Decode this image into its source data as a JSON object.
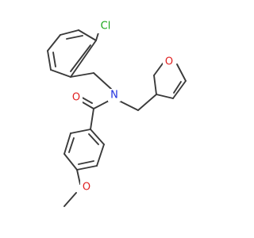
{
  "molecule": {
    "atoms": {
      "chlorine": "Cl",
      "carbonyl_oxygen": "O",
      "amide_nitrogen": "N",
      "furan_oxygen": "O",
      "methoxy_oxygen": "O"
    },
    "colors": {
      "bond": "#3a3a3a",
      "chlorine": "#1aa61a",
      "oxygen": "#e02020",
      "nitrogen": "#2030e0"
    }
  }
}
